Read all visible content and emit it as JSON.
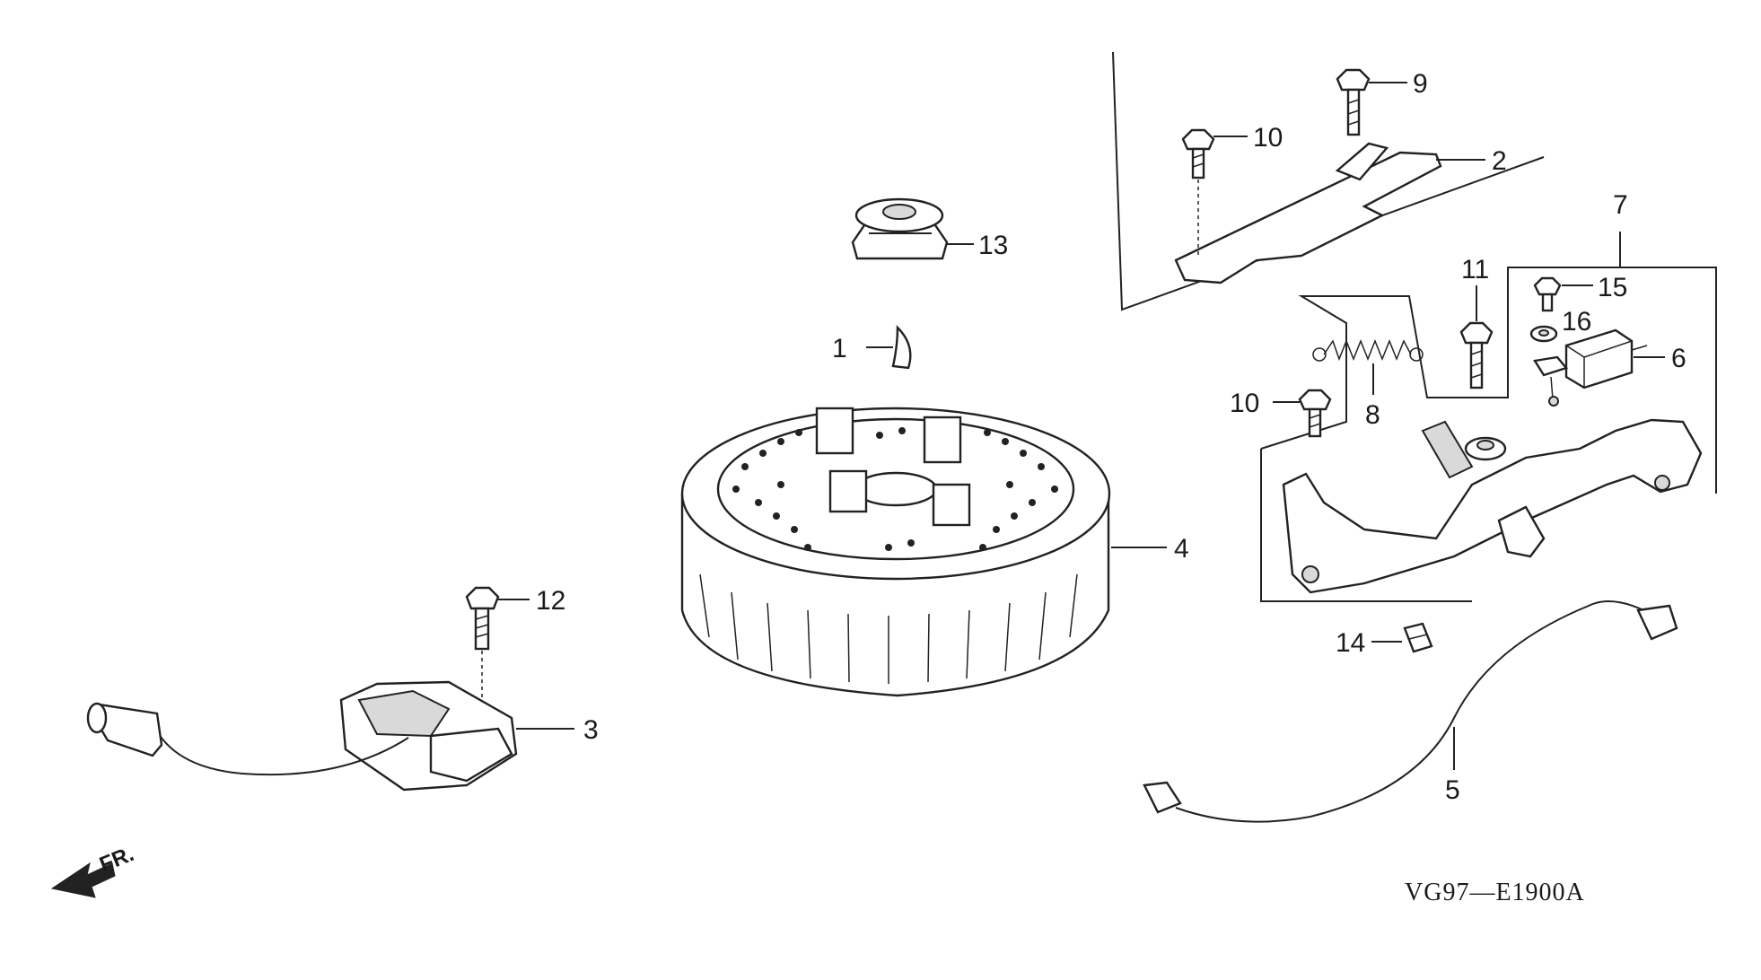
{
  "callouts": [
    "1",
    "2",
    "3",
    "4",
    "5",
    "6",
    "7",
    "8",
    "9",
    "10",
    "10",
    "11",
    "12",
    "13",
    "14",
    "15",
    "16"
  ],
  "front_indicator": "FR.",
  "diagram_code": "VG97—E1900A"
}
